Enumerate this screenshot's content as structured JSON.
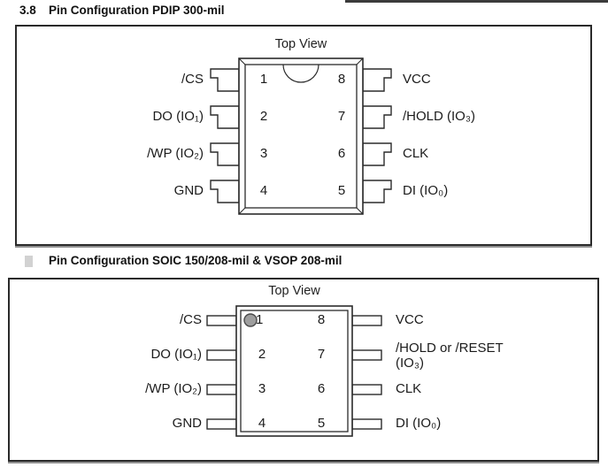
{
  "colors": {
    "line": "#2b2b2b",
    "text": "#1b1b1b",
    "pin1_dot": "#9e9e9e",
    "box_border": "#2a2a2a"
  },
  "pdip_section": {
    "section_number": "3.8",
    "title": "Pin Configuration PDIP 300-mil",
    "view_label": "Top View",
    "pins_left": [
      {
        "number": "1",
        "label": "/CS"
      },
      {
        "number": "2",
        "label": "DO (IO₁)"
      },
      {
        "number": "3",
        "label": "/WP (IO₂)"
      },
      {
        "number": "4",
        "label": "GND"
      }
    ],
    "pins_right": [
      {
        "number": "8",
        "label": "VCC"
      },
      {
        "number": "7",
        "label": "/HOLD (IO₃)"
      },
      {
        "number": "6",
        "label": "CLK"
      },
      {
        "number": "5",
        "label": "DI (IO₀)"
      }
    ]
  },
  "soic_section": {
    "title": "Pin Configuration SOIC 150/208-mil & VSOP 208-mil",
    "view_label": "Top View",
    "pins_left": [
      {
        "number": "1",
        "label": "/CS"
      },
      {
        "number": "2",
        "label": "DO (IO₁)"
      },
      {
        "number": "3",
        "label": "/WP (IO₂)"
      },
      {
        "number": "4",
        "label": "GND"
      }
    ],
    "pins_right": [
      {
        "number": "8",
        "label": "VCC"
      },
      {
        "number": "7",
        "label": "/HOLD or /RESET",
        "label_line2": "(IO₃)"
      },
      {
        "number": "6",
        "label": "CLK"
      },
      {
        "number": "5",
        "label": "DI (IO₀)"
      }
    ]
  }
}
